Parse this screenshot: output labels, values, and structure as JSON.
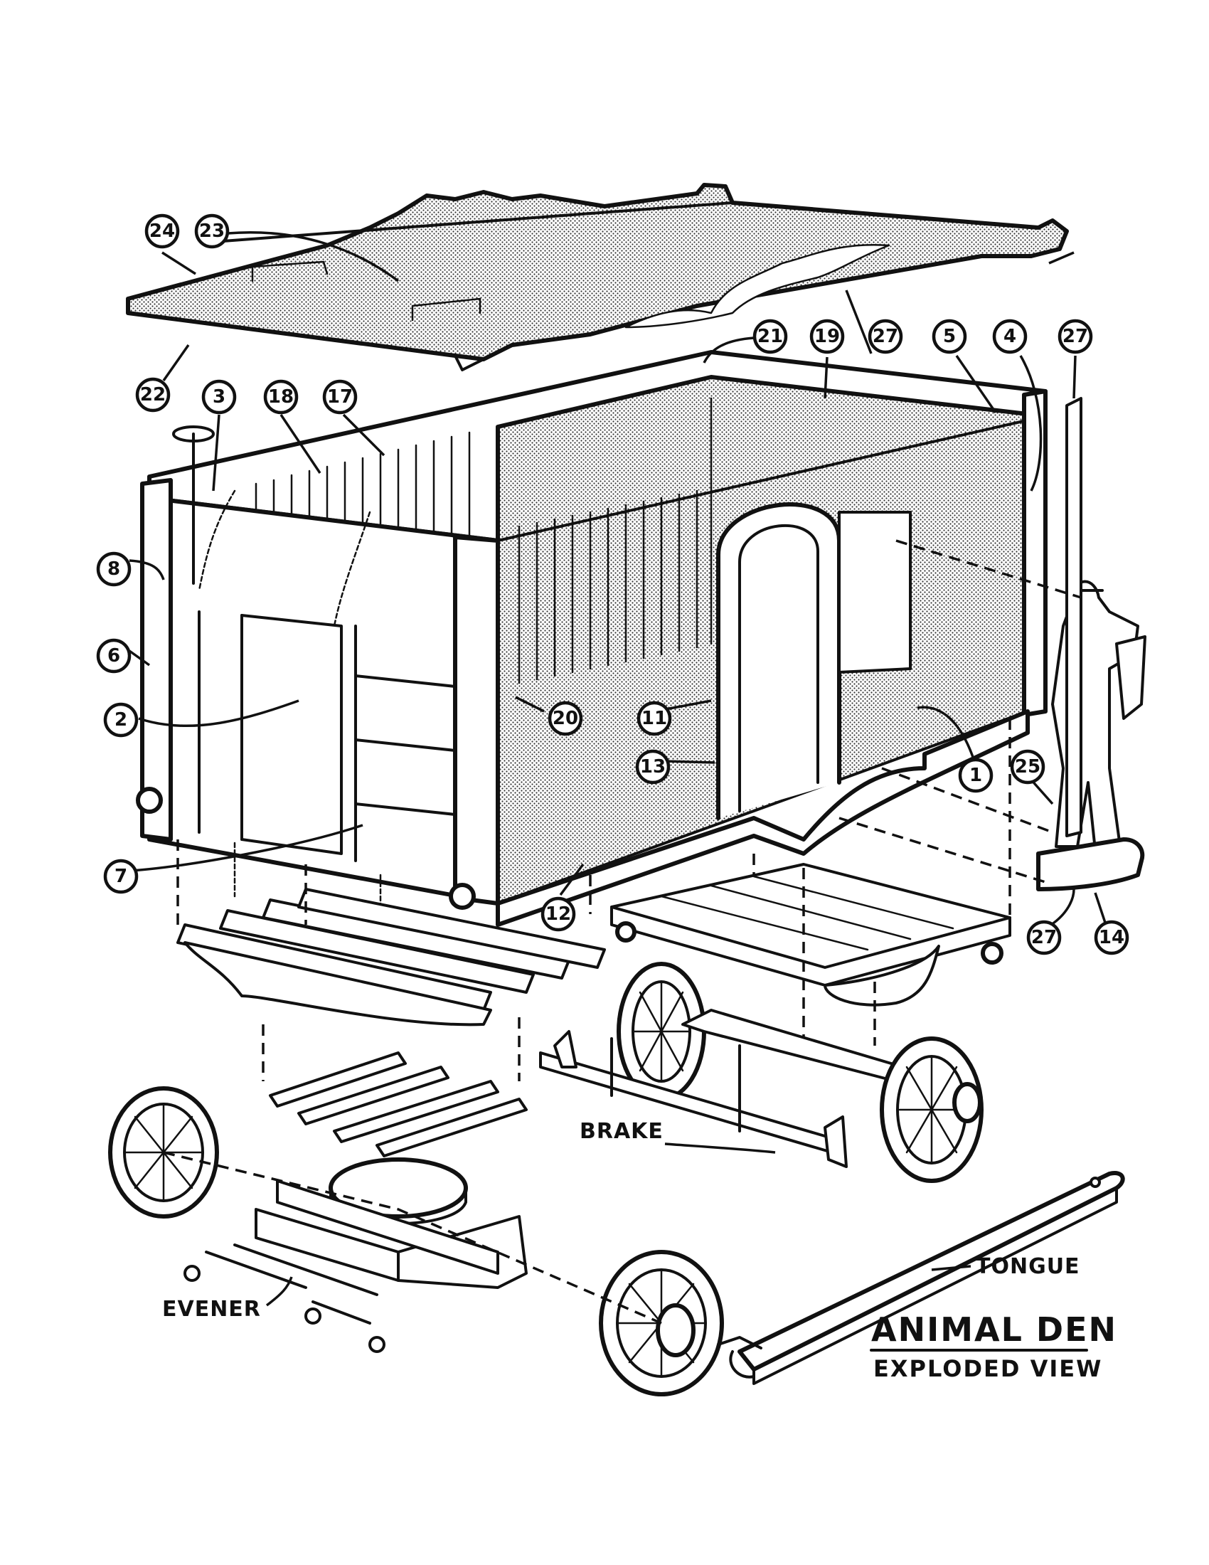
{
  "callouts": [
    {
      "id": "c24",
      "text": "24"
    },
    {
      "id": "c23",
      "text": "23"
    },
    {
      "id": "c22",
      "text": "22"
    },
    {
      "id": "c21",
      "text": "21"
    },
    {
      "id": "c19",
      "text": "19"
    },
    {
      "id": "c27a",
      "text": "27"
    },
    {
      "id": "c5",
      "text": "5"
    },
    {
      "id": "c4",
      "text": "4"
    },
    {
      "id": "c27b",
      "text": "27"
    },
    {
      "id": "c3",
      "text": "3"
    },
    {
      "id": "c18",
      "text": "18"
    },
    {
      "id": "c17",
      "text": "17"
    },
    {
      "id": "c8",
      "text": "8"
    },
    {
      "id": "c6",
      "text": "6"
    },
    {
      "id": "c2",
      "text": "2"
    },
    {
      "id": "c20",
      "text": "20"
    },
    {
      "id": "c11",
      "text": "11"
    },
    {
      "id": "c13",
      "text": "13"
    },
    {
      "id": "c1",
      "text": "1"
    },
    {
      "id": "c25",
      "text": "25"
    },
    {
      "id": "c7",
      "text": "7"
    },
    {
      "id": "c12",
      "text": "12"
    },
    {
      "id": "c27c",
      "text": "27"
    },
    {
      "id": "c14",
      "text": "14"
    }
  ],
  "labels": {
    "brake": "BRAKE",
    "tongue": "TONGUE",
    "evener": "EVENER"
  },
  "title": {
    "main": "ANIMAL DEN",
    "sub": "EXPLODED VIEW"
  }
}
